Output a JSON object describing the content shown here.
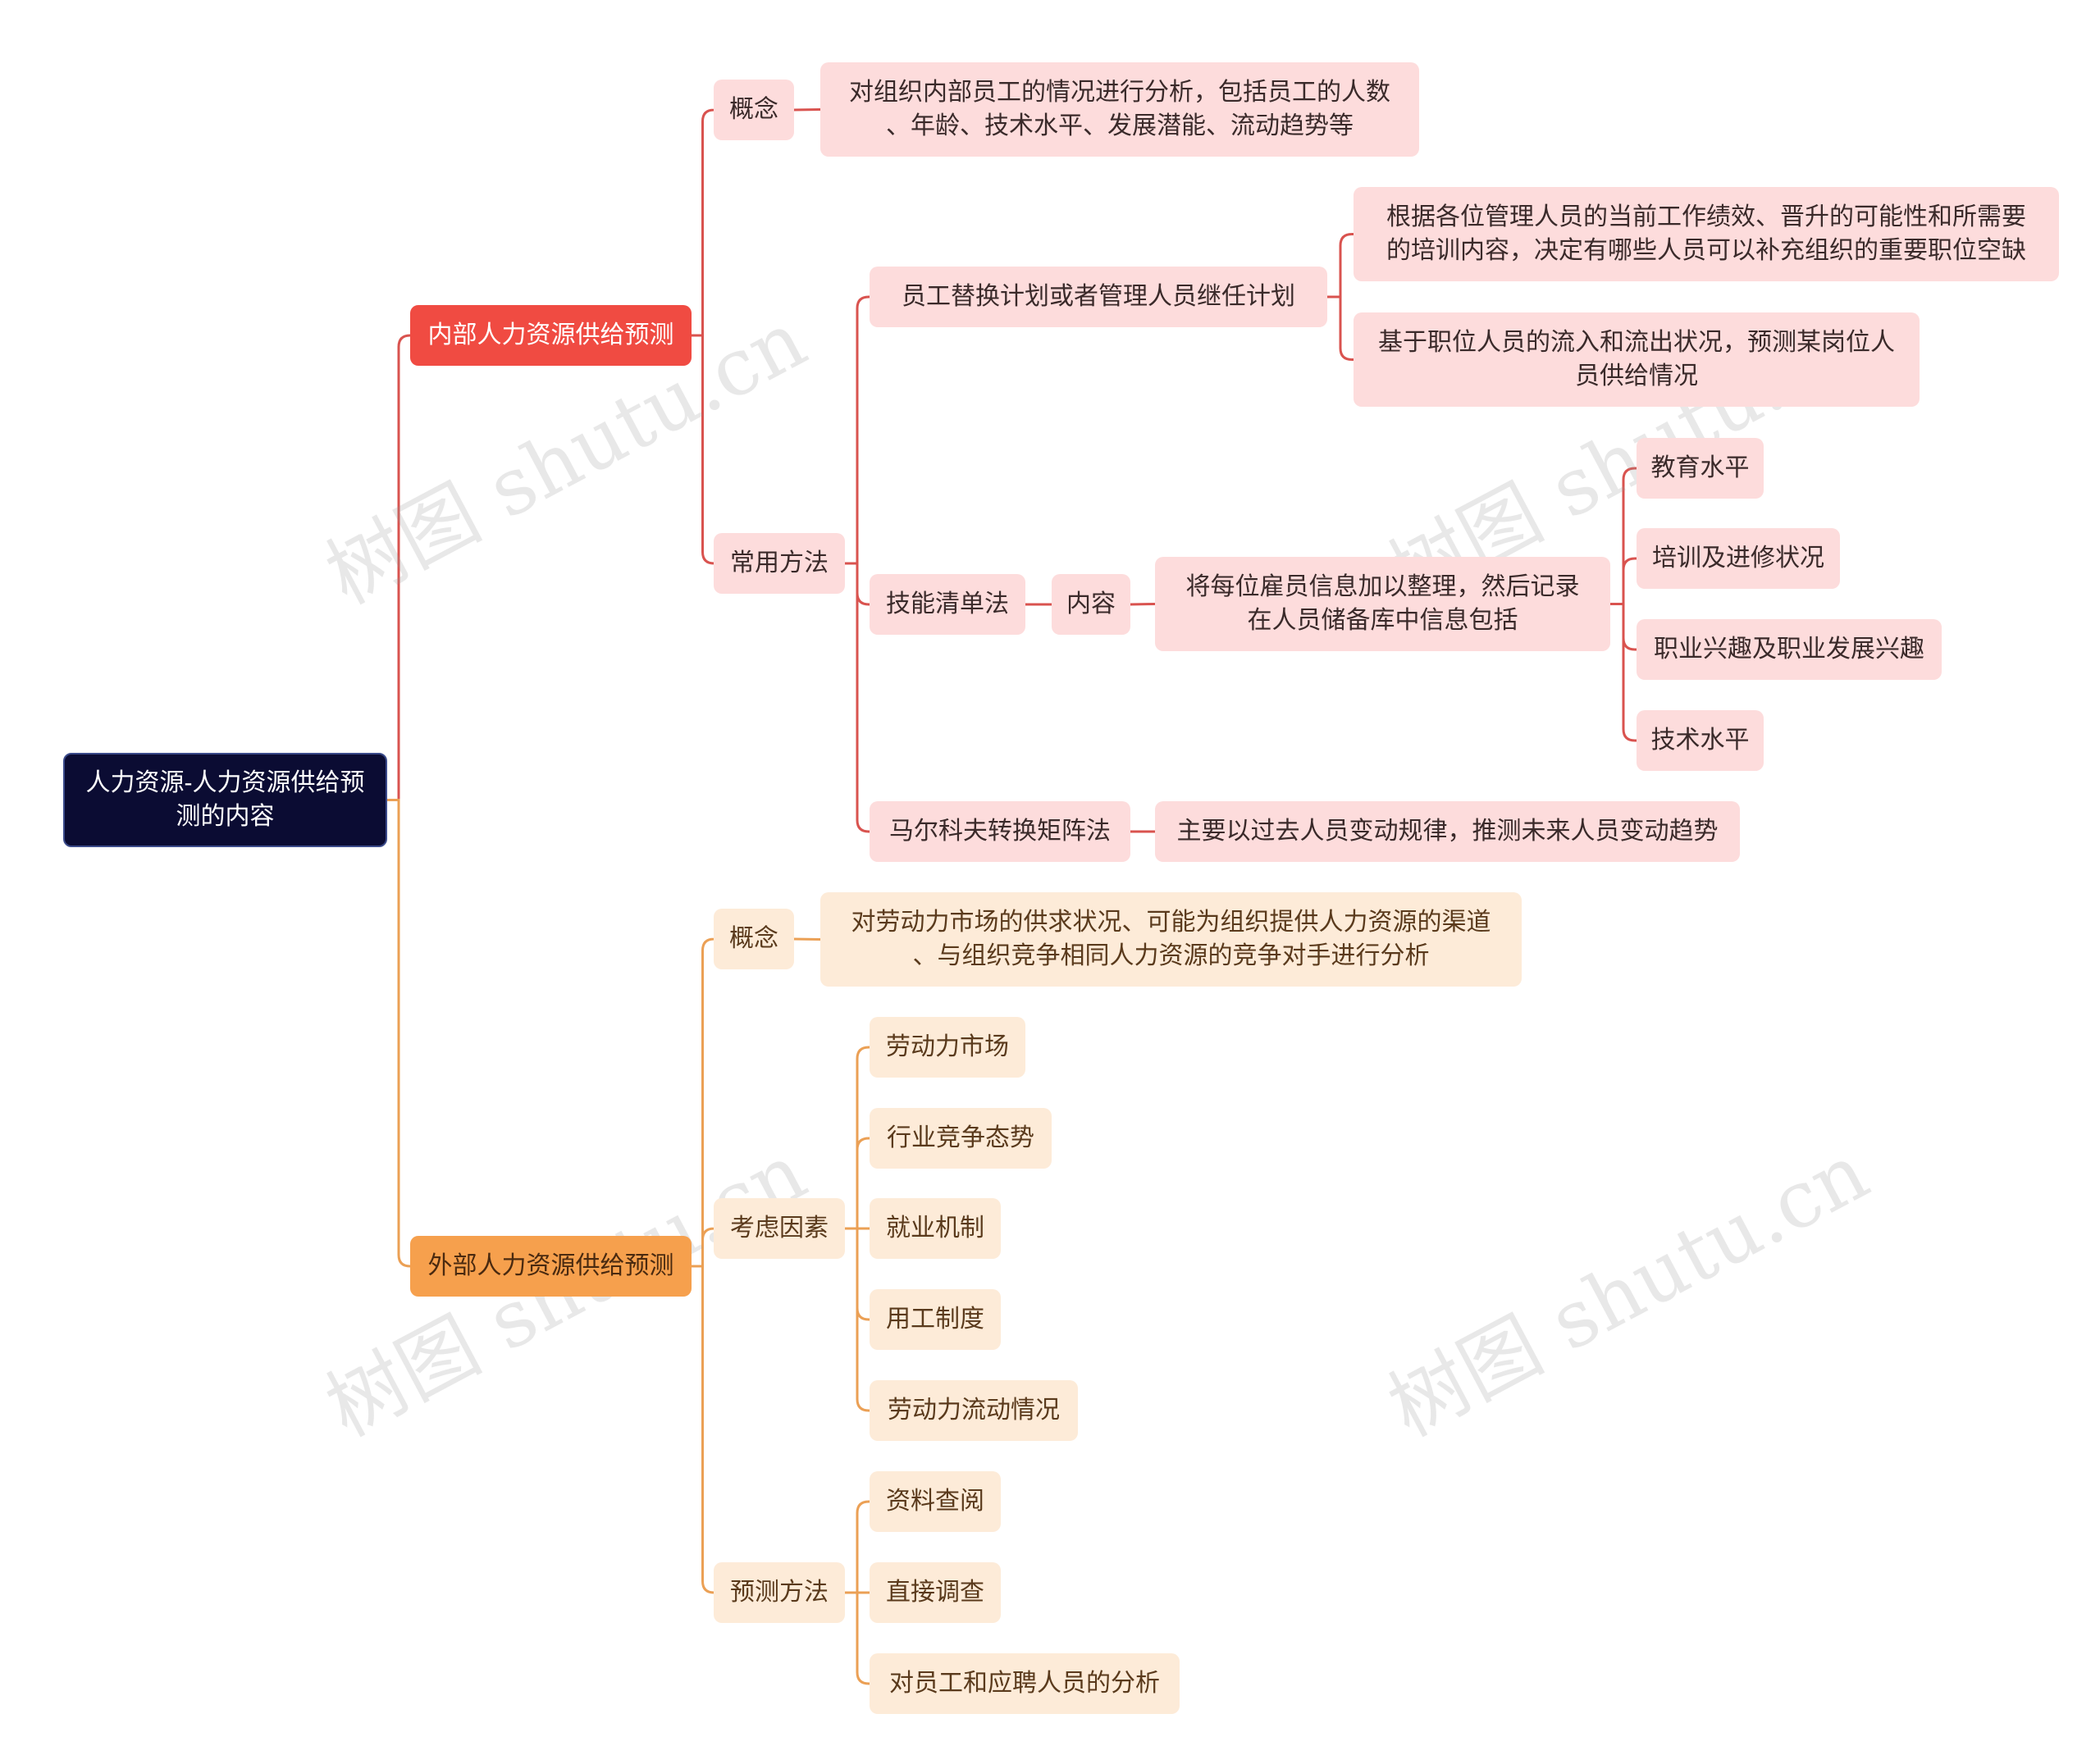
{
  "colors": {
    "red_line": "#d9534f",
    "orange_line": "#eba055"
  },
  "root": {
    "label": "人力资源-人力资源供给预\n测的内容"
  },
  "internal": {
    "label": "内部人力资源供给预测",
    "concept": {
      "label": "概念",
      "text": "对组织内部员工的情况进行分析，包括员工的人数\n、年龄、技术水平、发展潜能、流动趋势等"
    },
    "methods": {
      "label": "常用方法",
      "replacement": {
        "label": "员工替换计划或者管理人员继任计划",
        "details": [
          "根据各位管理人员的当前工作绩效、晋升的可能性和所需要\n的培训内容，决定有哪些人员可以补充组织的重要职位空缺",
          "基于职位人员的流入和流出状况，预测某岗位人\n员供给情况"
        ]
      },
      "skills": {
        "label": "技能清单法",
        "content_label": "内容",
        "content_text": "将每位雇员信息加以整理，然后记录\n在人员储备库中信息包括",
        "items": [
          "教育水平",
          "培训及进修状况",
          "职业兴趣及职业发展兴趣",
          "技术水平"
        ]
      },
      "markov": {
        "label": "马尔科夫转换矩阵法",
        "text": "主要以过去人员变动规律，推测未来人员变动趋势"
      }
    }
  },
  "external": {
    "label": "外部人力资源供给预测",
    "concept": {
      "label": "概念",
      "text": "对劳动力市场的供求状况、可能为组织提供人力资源的渠道\n、与组织竞争相同人力资源的竞争对手进行分析"
    },
    "factors": {
      "label": "考虑因素",
      "items": [
        "劳动力市场",
        "行业竞争态势",
        "就业机制",
        "用工制度",
        "劳动力流动情况"
      ]
    },
    "methods": {
      "label": "预测方法",
      "items": [
        "资料查阅",
        "直接调查",
        "对员工和应聘人员的分析"
      ]
    }
  },
  "watermark": {
    "text": "树图 shutu.cn"
  }
}
